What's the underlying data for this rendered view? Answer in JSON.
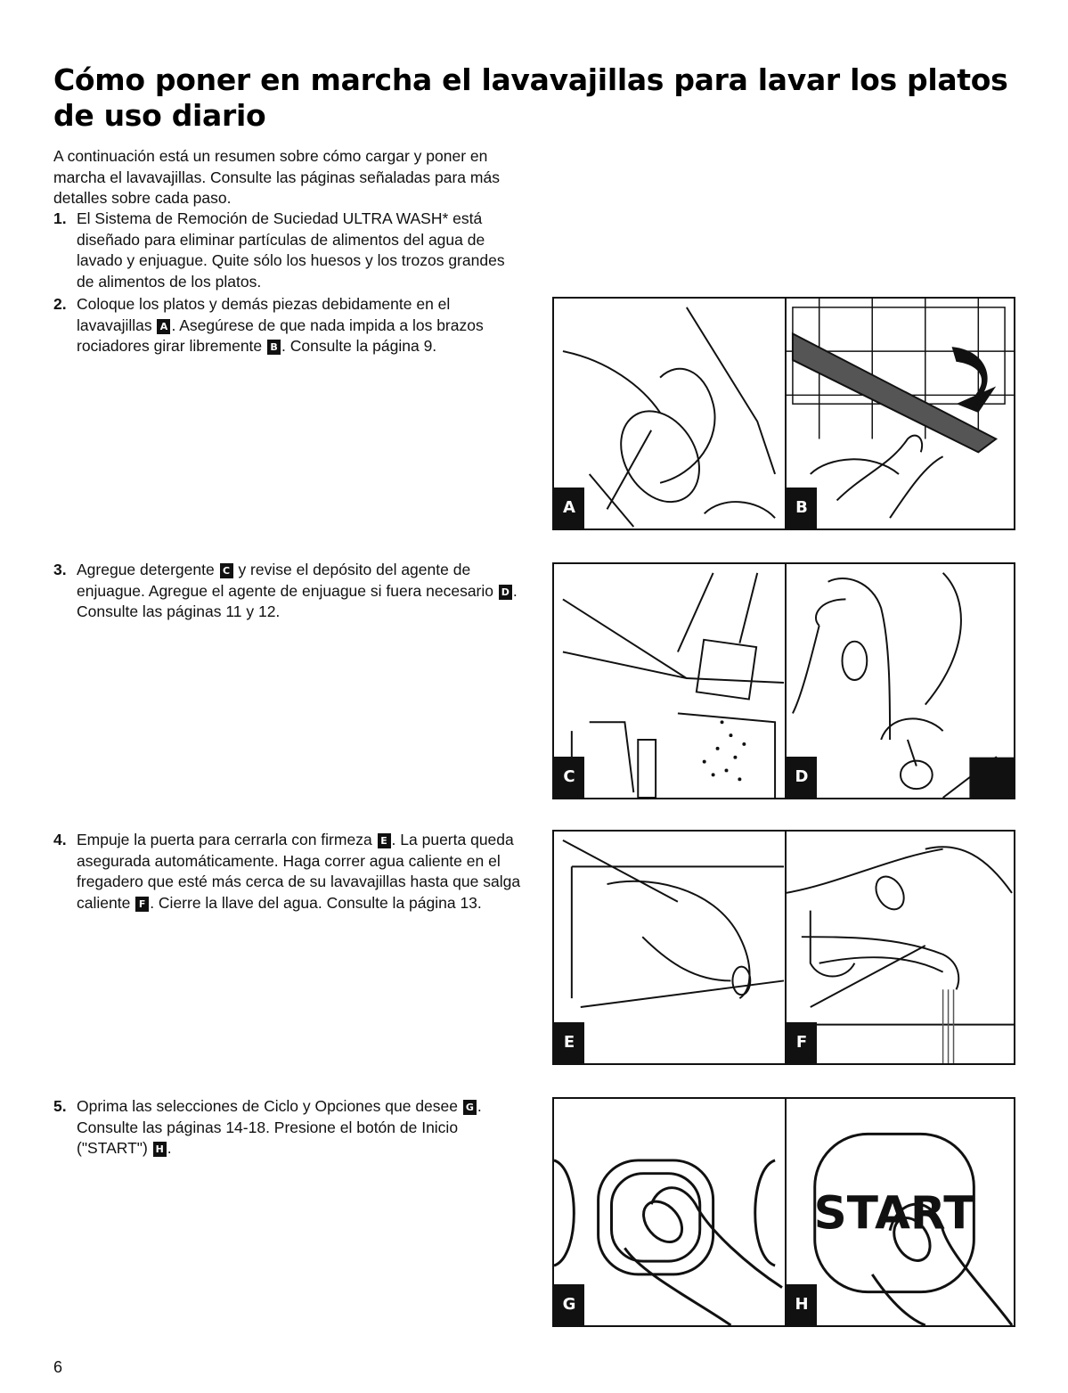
{
  "title": "Cómo poner en marcha el lavavajillas para lavar los platos de uso diario",
  "intro": "A continuación está un resumen sobre cómo cargar y poner en marcha el lavavajillas. Consulte las páginas señaladas para más detalles sobre cada paso.",
  "steps": [
    {
      "num": "1.",
      "parts": [
        "El Sistema de Remoción de Suciedad ULTRA WASH* está diseñado para eliminar partículas de alimentos del agua de lavado y enjuague. Quite sólo los huesos y los trozos grandes de alimentos de los platos."
      ]
    },
    {
      "num": "2.",
      "parts": [
        "Coloque los platos y demás piezas debidamente en el lavavajillas ",
        ". Asegúrese de que nada impida a los brazos rociadores girar libremente ",
        ". Consulte la página 9."
      ],
      "badges": [
        "A",
        "B"
      ]
    },
    {
      "num": "3.",
      "parts": [
        "Agregue detergente ",
        " y revise el depósito del agente de enjuague. Agregue el agente de enjuague si fuera necesario ",
        ". Consulte las páginas 11 y 12."
      ],
      "badges": [
        "C",
        "D"
      ]
    },
    {
      "num": "4.",
      "parts": [
        "Empuje la puerta para cerrarla con firmeza ",
        ". La puerta queda asegurada automáticamente. Haga correr agua caliente en el fregadero que esté más cerca de su lavavajillas hasta que salga caliente ",
        ". Cierre la llave del agua. Consulte la página 13."
      ],
      "badges": [
        "E",
        "F"
      ]
    },
    {
      "num": "5.",
      "parts": [
        "Oprima las selecciones de Ciclo y Opciones que desee ",
        ". Consulte las páginas 14-18. Presione el botón de Inicio (\"START\") ",
        "."
      ],
      "badges": [
        "G",
        "H"
      ]
    }
  ],
  "panels": [
    {
      "left": "A",
      "right": "B"
    },
    {
      "left": "C",
      "right": "D"
    },
    {
      "left": "E",
      "right": "F"
    },
    {
      "left": "G",
      "right": "H",
      "button_text": "START"
    }
  ],
  "page_number": "6"
}
